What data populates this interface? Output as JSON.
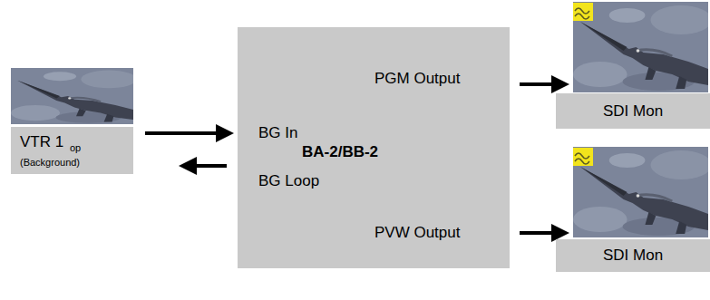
{
  "diagram": {
    "nodes": [
      {
        "text": [
          "VTR 1",
          "op",
          "(Background)"
        ]
      },
      {
        "text": [
          "PGM Output",
          "BG In",
          "BA-2/BB-2",
          "BG Loop",
          "PVW Output"
        ]
      },
      {
        "text": [
          "SDI Mon"
        ]
      },
      {
        "text": [
          "SDI Mon"
        ]
      }
    ],
    "edges": [
      {
        "from": 0,
        "to": 1,
        "arrow": "to"
      },
      {
        "from": 1,
        "to": 0,
        "arrow": "to"
      },
      {
        "from": 1,
        "to": 2,
        "arrow": "to"
      },
      {
        "from": 1,
        "to": 3,
        "arrow": "to"
      }
    ]
  }
}
